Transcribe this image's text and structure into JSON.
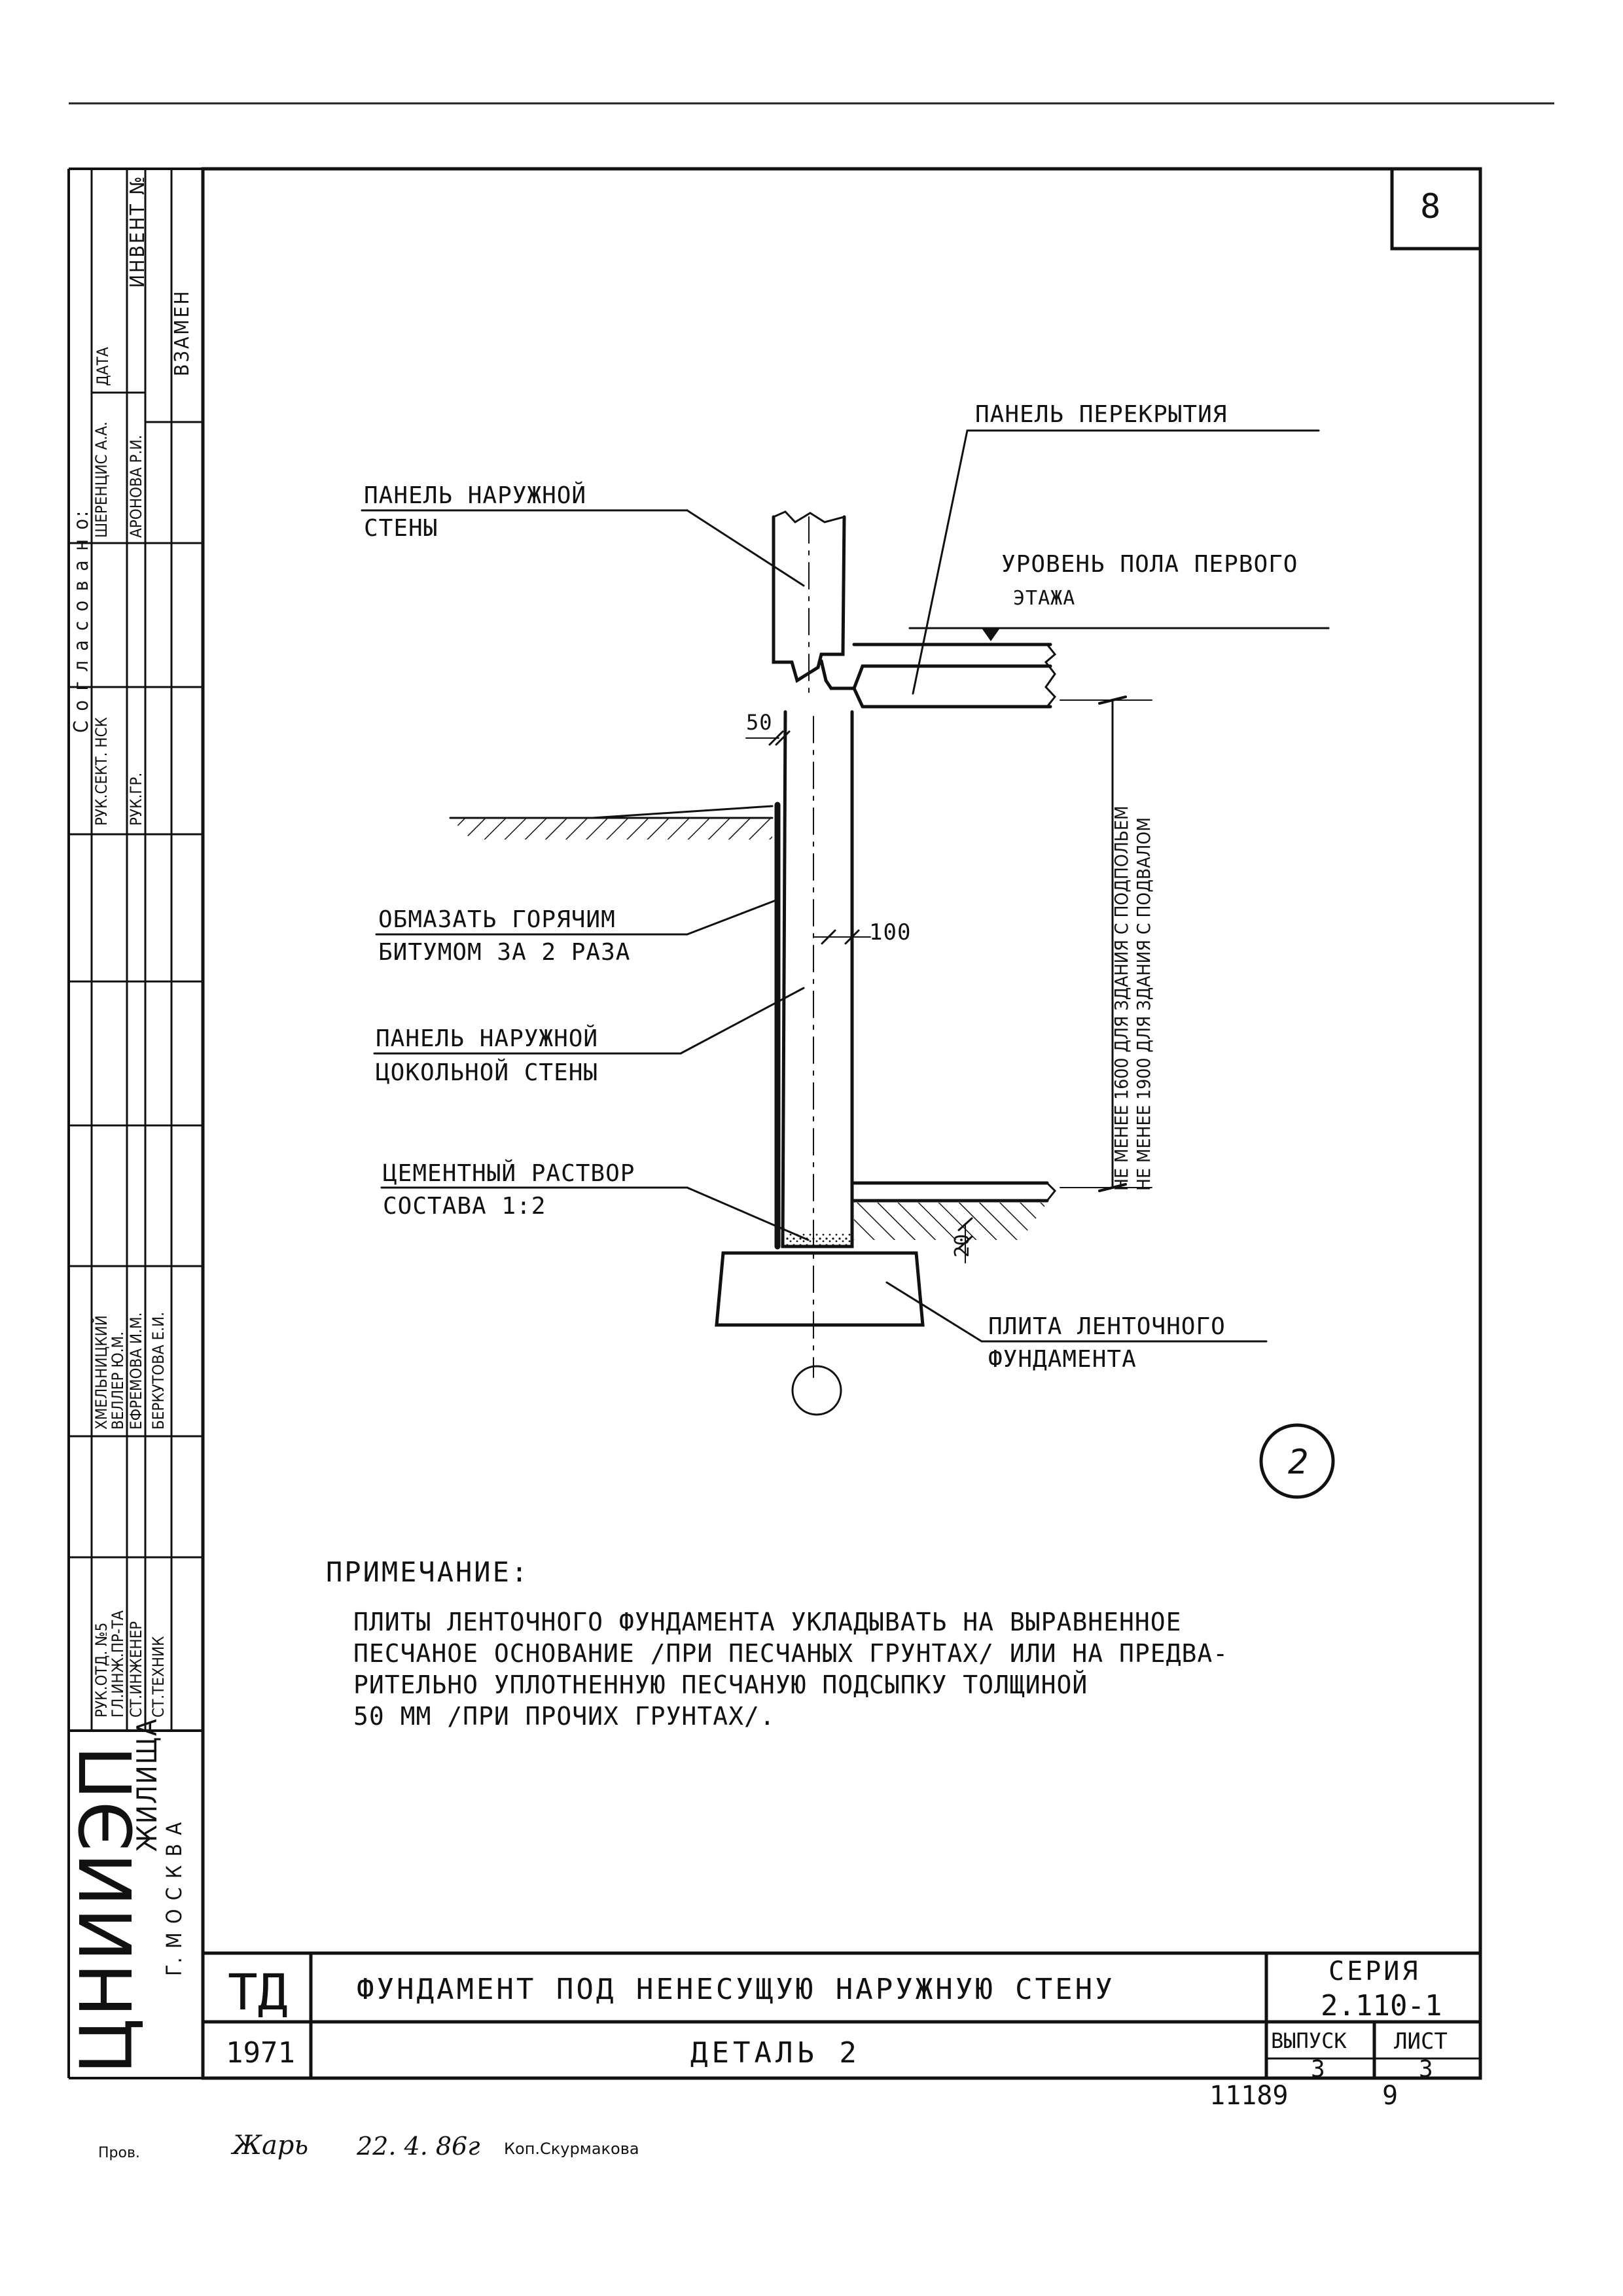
{
  "sheet_number": "8",
  "approval": {
    "title": "С о г л а с о в а н о:",
    "date_header": "ДАТА",
    "invent_header": "ИНВЕНТ №",
    "replace_header": "ВЗАМЕН",
    "rows": [
      {
        "role": "РУК.СЕКТ. НСК",
        "name": "ШЕРЕНЦИС А.А."
      },
      {
        "role": "РУК.ГР.",
        "name": "АРОНОВА Р.И."
      }
    ],
    "authors": [
      {
        "role": "РУК.ОТД. №5",
        "name": "ХМЕЛЬНИЦКИЙ"
      },
      {
        "role": "ГЛ.ИНЖ.ПР-ТА",
        "name": "ВЕЛЛЕР Ю.М."
      },
      {
        "role": "СТ.ИНЖЕНЕР",
        "name": "ЕФРЕМОВА И.М."
      },
      {
        "role": "СТ.ТЕХНИК",
        "name": "БЕРКУТОВА Е.И."
      }
    ],
    "org_main": "ЦНИИЭП",
    "org_sub": "ЖИЛИЩА",
    "org_city": "Г. М О С К В А"
  },
  "drawing": {
    "labels": {
      "floor_panel": "ПАНЕЛЬ ПЕРЕКРЫТИЯ",
      "ext_wall_1": "ПАНЕЛЬ НАРУЖНОЙ",
      "ext_wall_2": "СТЕНЫ",
      "floor_level_1": "УРОВЕНЬ ПОЛА ПЕРВОГО",
      "floor_level_2": "ЭТАЖА",
      "dim_50": "50",
      "bitumen_1": "ОБМАЗАТЬ ГОРЯЧИМ",
      "bitumen_2": "БИТУМОМ ЗА 2 РАЗА",
      "dim_100": "100",
      "plinth_1": "ПАНЕЛЬ НАРУЖНОЙ",
      "plinth_2": "ЦОКОЛЬНОЙ СТЕНЫ",
      "mortar_1": "ЦЕМЕНТНЫЙ РАСТВОР",
      "mortar_2": "СОСТАВА 1:2",
      "dim_20": "20",
      "strip_1": "ПЛИТА ЛЕНТОЧНОГО",
      "strip_2": "ФУНДАМЕНТА",
      "height_1": "НЕ МЕНЕЕ 1600 ДЛЯ ЗДАНИЯ С ПОДПОЛЬЕМ",
      "height_2": "НЕ МЕНЕЕ 1900 ДЛЯ ЗДАНИЯ С ПОДВАЛОМ",
      "detail_no": "2"
    }
  },
  "note": {
    "title": "ПРИМЕЧАНИЕ:",
    "lines": [
      "ПЛИТЫ ЛЕНТОЧНОГО ФУНДАМЕНТА УКЛАДЫВАТЬ НА ВЫРАВНЕННОЕ",
      "ПЕСЧАНОЕ ОСНОВАНИЕ /ПРИ ПЕСЧАНЫХ ГРУНТАХ/ ИЛИ НА ПРЕДВА-",
      "РИТЕЛЬНО УПЛОТНЕННУЮ ПЕСЧАНУЮ ПОДСЫПКУ ТОЛЩИНОЙ",
      "50 ММ /ПРИ ПРОЧИХ ГРУНТАХ/."
    ]
  },
  "title_block": {
    "code": "ТД",
    "year": "1971",
    "title": "ФУНДАМЕНТ ПОД НЕНЕСУЩУЮ НАРУЖНУЮ СТЕНУ",
    "subtitle": "ДЕТАЛЬ 2",
    "series_label": "СЕРИЯ",
    "series_value": "2.110-1",
    "issue_label": "ВЫПУСК",
    "issue_value": "3",
    "sheet_label": "ЛИСТ",
    "sheet_value": "3"
  },
  "footer": {
    "doc_no": "11189",
    "page": "9",
    "check_label": "Пров.",
    "signature": "Жарь",
    "date": "22. 4. 86г",
    "copied": "Коп.Скурмакова"
  }
}
